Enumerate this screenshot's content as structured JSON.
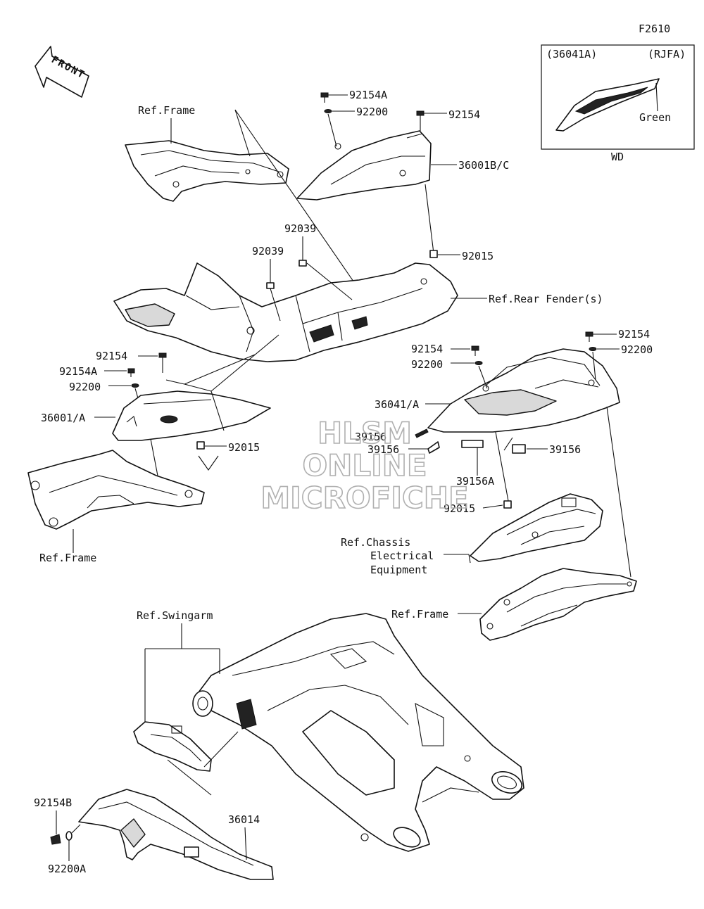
{
  "figure_code": "F2610",
  "front_label": "FRONT",
  "inset": {
    "part_code": "(36041A)",
    "color_code": "(RJFA)",
    "color_name": "Green",
    "caption": "WD"
  },
  "watermark": [
    "HLSM",
    "ONLINE",
    "MICROFICHE"
  ],
  "labels": {
    "ref_frame_top": "Ref.Frame",
    "p92154A_top": "92154A",
    "p92200_top": "92200",
    "p92154_top": "92154",
    "p36001BC": "36001B/C",
    "p92039_a": "92039",
    "p92039_b": "92039",
    "p92015_top": "92015",
    "ref_rear_fender": "Ref.Rear Fender(s)",
    "p92154_right1": "92154",
    "p92200_right1": "92200",
    "p92154_mid": "92154",
    "p92200_mid": "92200",
    "p36041A": "36041/A",
    "p39156_a": "39156",
    "p39156_b": "39156",
    "p39156_c": "39156",
    "p39156A": "39156A",
    "p92015_mid": "92015",
    "p92154_left": "92154",
    "p92154A_left": "92154A",
    "p92200_left": "92200",
    "p36001A": "36001/A",
    "p92015_left": "92015",
    "ref_frame_left": "Ref.Frame",
    "ref_chassis_1": "Ref.Chassis",
    "ref_chassis_2": "Electrical",
    "ref_chassis_3": "Equipment",
    "ref_frame_right": "Ref.Frame",
    "ref_swingarm": "Ref.Swingarm",
    "p36014": "36014",
    "p92154B": "92154B",
    "p92200A": "92200A"
  }
}
